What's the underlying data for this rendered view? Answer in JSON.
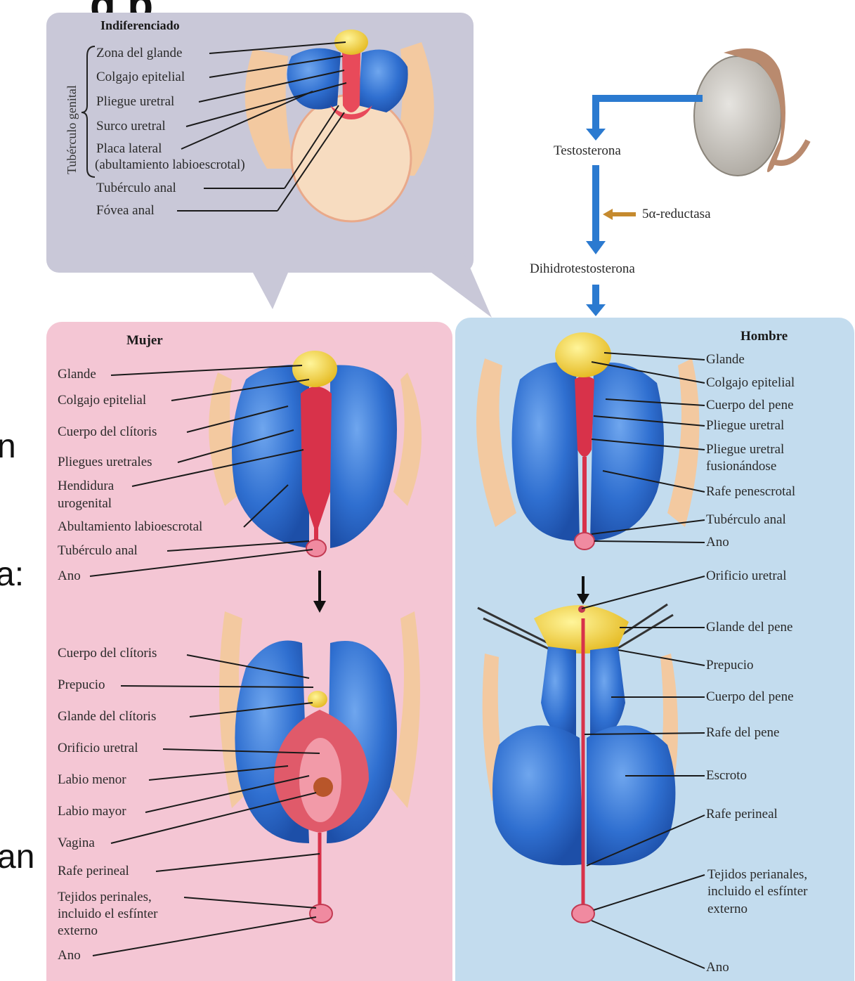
{
  "fragments": {
    "title_partial": "g p",
    "left1": "n",
    "left2": "a:",
    "left3": "an"
  },
  "indiferenciado": {
    "title": "Indiferenciado",
    "group_label": "Tubérculo genital",
    "labels": [
      "Zona del glande",
      "Colgajo epitelial",
      "Pliegue uretral",
      "Surco uretral",
      "Placa lateral",
      "(abultamiento labioescrotal)",
      "Tubérculo anal",
      "Fóvea anal"
    ]
  },
  "hormones": {
    "testosterona": "Testosterona",
    "enzyme": "5α-reductasa",
    "dht": "Dihidrotestosterona"
  },
  "mujer": {
    "title": "Mujer",
    "upper": [
      "Glande",
      "Colgajo epitelial",
      "Cuerpo del clítoris",
      "Pliegues uretrales",
      "Hendidura",
      "urogenital",
      "Abultamiento labioescrotal",
      "Tubérculo anal",
      "Ano"
    ],
    "lower": [
      "Cuerpo del clítoris",
      "Prepucio",
      "Glande del clítoris",
      "Orificio uretral",
      "Labio menor",
      "Labio mayor",
      "Vagina",
      "Rafe perineal",
      "Tejidos perinales,",
      "incluido el esfínter",
      "externo",
      "Ano"
    ]
  },
  "hombre": {
    "title": "Hombre",
    "upper": [
      "Glande",
      "Colgajo epitelial",
      "Cuerpo del pene",
      "Pliegue uretral",
      "Pliegue uretral",
      "fusionándose",
      "Rafe penescrotal",
      "Tubérculo anal",
      "Ano"
    ],
    "lower": [
      "Orificio uretral",
      "Glande del pene",
      "Prepucio",
      "Cuerpo del pene",
      "Rafe del pene",
      "Escroto",
      "Rafe perineal",
      "Tejidos perianales,",
      "incluido el esfínter",
      "externo",
      "Ano"
    ]
  },
  "colors": {
    "blue": "#2f6fd0",
    "yellow": "#f3d23a",
    "red": "#d8324a",
    "skin": "#f6d9b8",
    "arrow": "#2b7ad0"
  }
}
